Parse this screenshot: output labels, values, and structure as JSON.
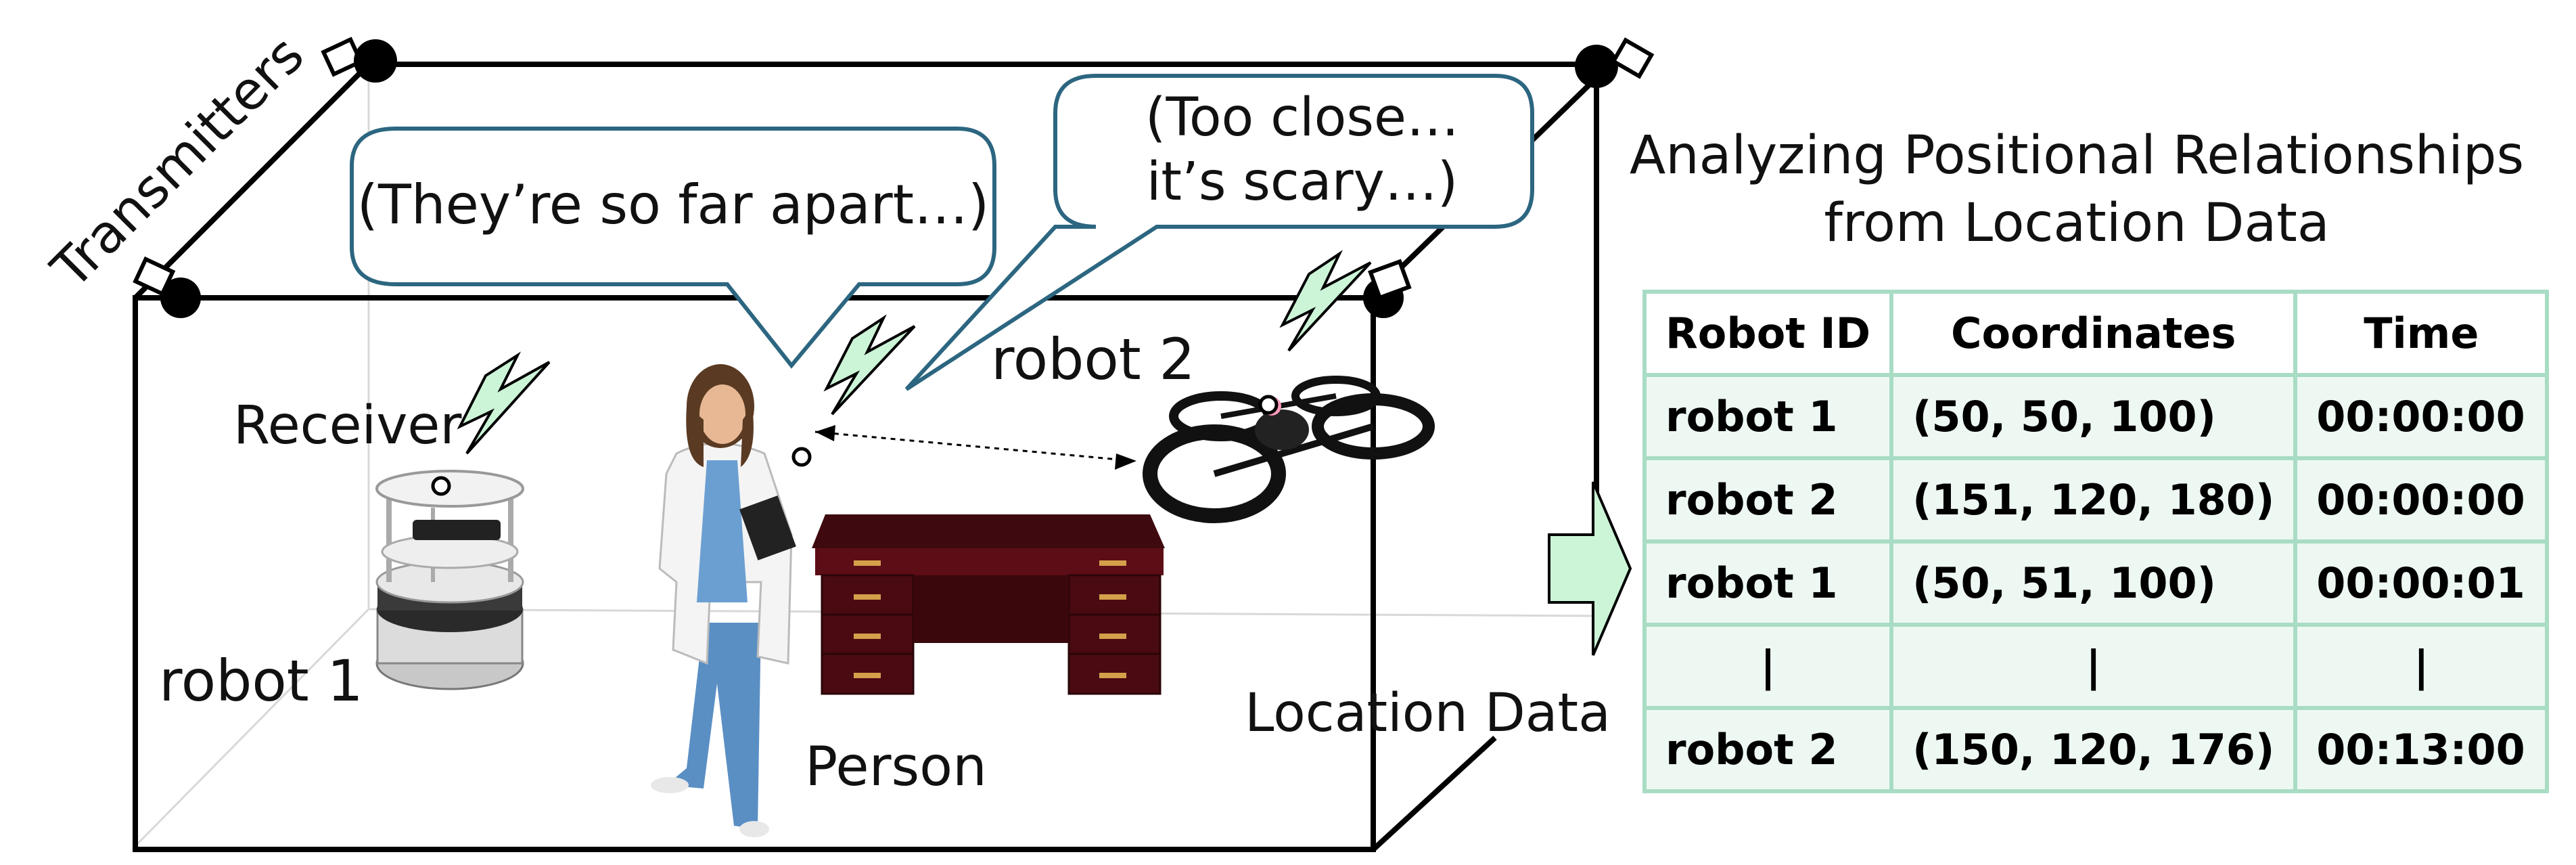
{
  "labels": {
    "transmitters": "Transmitters",
    "receiver": "Receiver",
    "robot1": "robot 1",
    "robot2": "robot 2",
    "person": "Person",
    "location_data": "Location Data"
  },
  "bubbles": {
    "left": "(They’re so far apart…)",
    "right_line1": "(Too close…",
    "right_line2": "it’s scary…)"
  },
  "panel": {
    "title_line1": "Analyzing Positional Relationships",
    "title_line2": "from Location Data"
  },
  "table": {
    "headers": [
      "Robot ID",
      "Coordinates",
      "Time"
    ],
    "rows": [
      [
        "robot 1",
        "(50, 50, 100)",
        "00:00:00"
      ],
      [
        "robot 2",
        "(151, 120, 180)",
        "00:00:00"
      ],
      [
        "robot 1",
        "(50, 51, 100)",
        "00:00:01"
      ],
      [
        "|",
        "|",
        "|"
      ],
      [
        "robot 2",
        "(150, 120, 176)",
        "00:13:00"
      ]
    ]
  },
  "colors": {
    "bubble_border": "#2c6680",
    "lightning_fill": "#ccf5d8",
    "table_border": "#a8dcc4",
    "table_fill": "#eef8f3",
    "arrow_fill": "#ccf5d8"
  }
}
